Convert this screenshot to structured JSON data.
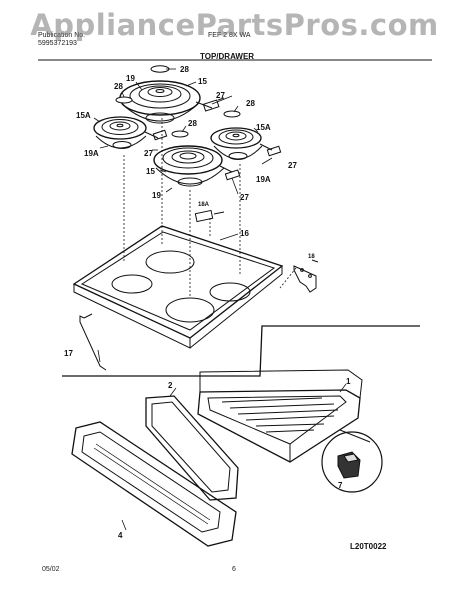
{
  "header": {
    "publication_label": "Publication No.",
    "publication_number": "5995372193",
    "ref_label": "FEF 2 8X WA",
    "section_title": "TOP/DRAWER"
  },
  "watermark": "AppliancePartsPros.com",
  "callouts": {
    "c28a": "28",
    "c15a": "15",
    "c28b": "28",
    "c19a": "19",
    "c15Aa": "15A",
    "c27a": "27",
    "c28c": "28",
    "c28d": "28",
    "c15Ab": "15A",
    "c19Aa": "19A",
    "c27b": "27",
    "c15b": "15",
    "c27c": "27",
    "c19Ab": "19A",
    "c19b": "19",
    "c27d": "27",
    "c18A": "18A",
    "c16": "16",
    "c18": "18",
    "c17": "17",
    "c2": "2",
    "c1": "1",
    "c7": "7",
    "c4": "4"
  },
  "footer": {
    "date": "05/02",
    "page": "6",
    "drawing_code": "L20T0022"
  }
}
